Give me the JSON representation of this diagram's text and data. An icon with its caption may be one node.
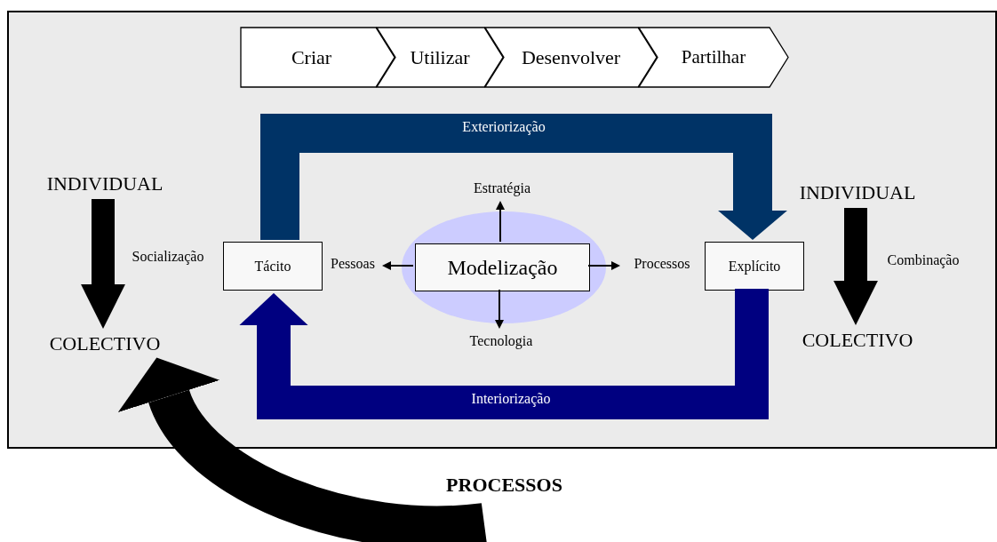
{
  "diagram": {
    "nodes": [
      {
        "text": [],
        "shape": "box"
      },
      {
        "text": [
          "Criar"
        ],
        "in": 0
      },
      {
        "text": [
          "Utilizar"
        ],
        "in": 0
      },
      {
        "text": [
          "Desenvolver"
        ],
        "in": 0
      },
      {
        "text": [
          "Partilhar"
        ],
        "in": 0
      },
      {
        "text": [
          "INDIVIDUAL"
        ],
        "in": 0
      },
      {
        "text": [
          "COLECTIVO"
        ],
        "in": 0
      },
      {
        "text": [
          "Tácito"
        ],
        "in": 0
      },
      {
        "text": [],
        "shape": "ellipse",
        "in": 0
      },
      {
        "text": [
          "Modelização"
        ],
        "in": 8
      },
      {
        "text": [
          "Estratégia"
        ],
        "in": 0
      },
      {
        "text": [
          "Pessoas"
        ],
        "in": 0
      },
      {
        "text": [
          "Processos"
        ],
        "in": 0
      },
      {
        "text": [
          "Tecnologia"
        ],
        "in": 0
      },
      {
        "text": [
          "Explícito"
        ],
        "in": 0
      },
      {
        "text": [
          "INDIVIDUAL"
        ],
        "in": 0
      },
      {
        "text": [
          "COLECTIVO"
        ],
        "in": 0
      },
      {
        "text": [
          "PROCESSOS"
        ]
      }
    ],
    "edges": [
      {
        "from": 5,
        "to": 6,
        "arrow": "to",
        "label": "Socialização"
      },
      {
        "from": 15,
        "to": 16,
        "arrow": "to",
        "label": "Combinação"
      },
      {
        "from": 7,
        "to": 14,
        "arrow": "to",
        "label": "Exteriorização",
        "color": "#003366"
      },
      {
        "from": 14,
        "to": 7,
        "arrow": "to",
        "label": "Interiorização",
        "color": "#000080"
      },
      {
        "from": 9,
        "to": 10,
        "arrow": "to"
      },
      {
        "from": 9,
        "to": 11,
        "arrow": "to"
      },
      {
        "from": 9,
        "to": 12,
        "arrow": "to"
      },
      {
        "from": 9,
        "to": 13,
        "arrow": "to"
      },
      {
        "from": 17,
        "to": 6,
        "arrow": "to",
        "style": "thick"
      }
    ]
  }
}
